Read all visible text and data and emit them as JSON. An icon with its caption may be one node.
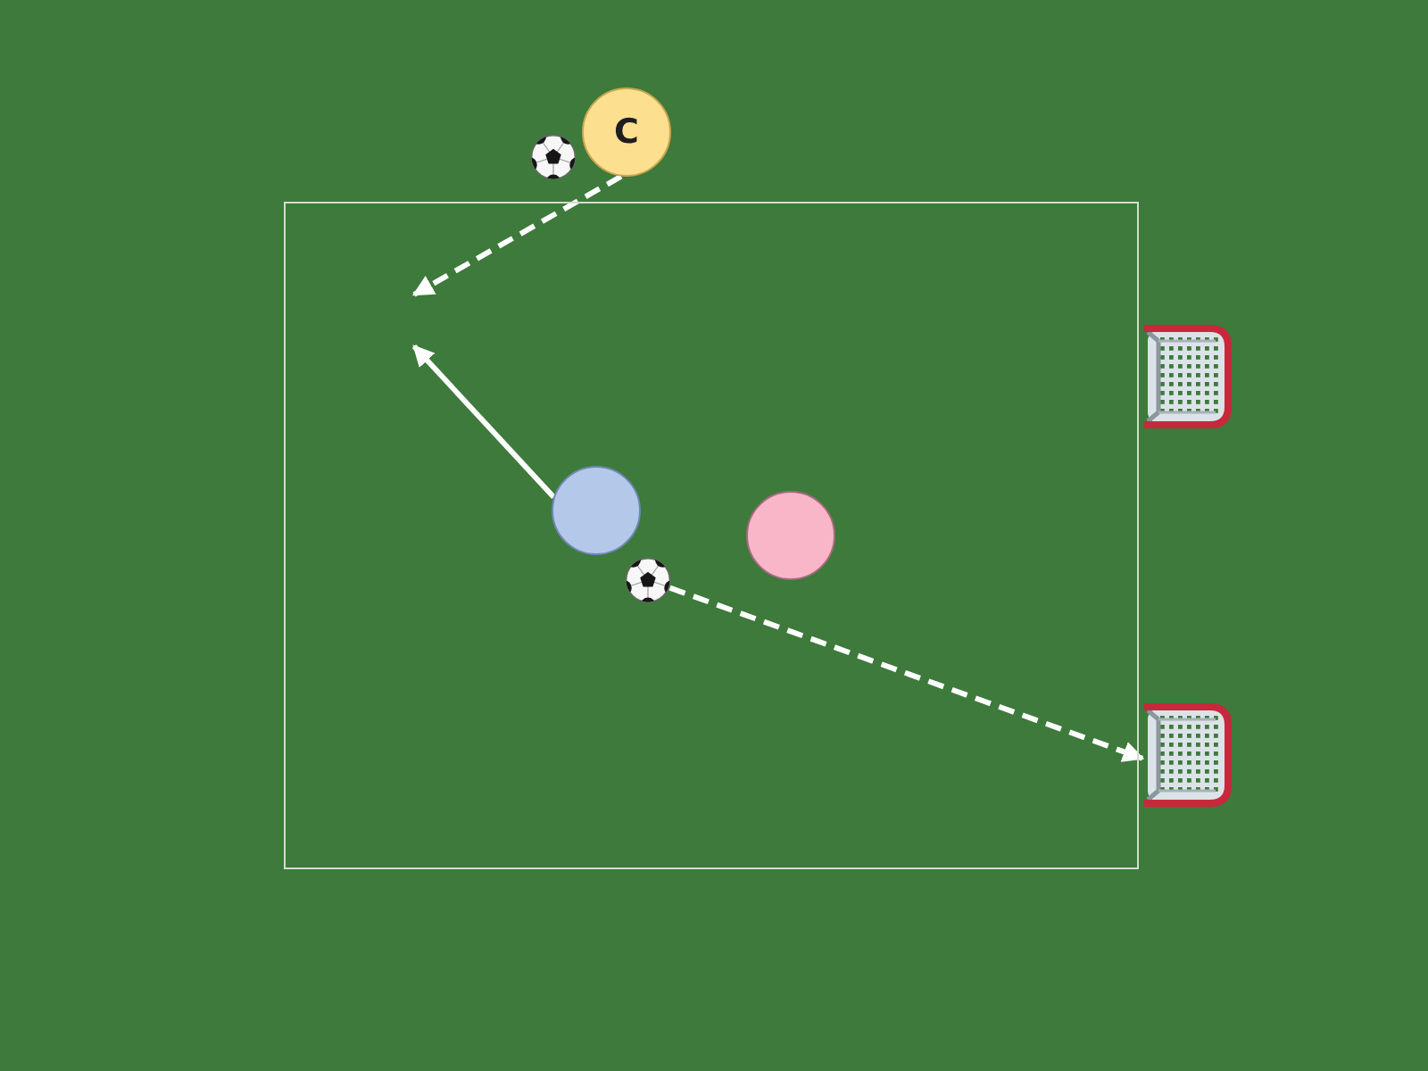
{
  "diagram": {
    "nodes": [
      {
        "text": [],
        "shape": "picture"
      },
      {
        "text": [
          "C"
        ]
      },
      {
        "text": [],
        "shape": "box"
      },
      {
        "text": [],
        "shape": "picture"
      },
      {
        "text": [],
        "shape": "circle",
        "in": 2
      },
      {
        "text": [],
        "shape": "circle",
        "in": 2
      },
      {
        "text": [],
        "shape": "picture",
        "in": 2
      },
      {
        "text": [],
        "shape": "picture"
      }
    ],
    "edges": [
      {
        "from": 1,
        "to": null,
        "arrow": "to",
        "style": "dashed"
      },
      {
        "from": 4,
        "to": null,
        "arrow": "to"
      },
      {
        "from": 6,
        "to": 7,
        "arrow": "to",
        "style": "dashed"
      }
    ]
  }
}
